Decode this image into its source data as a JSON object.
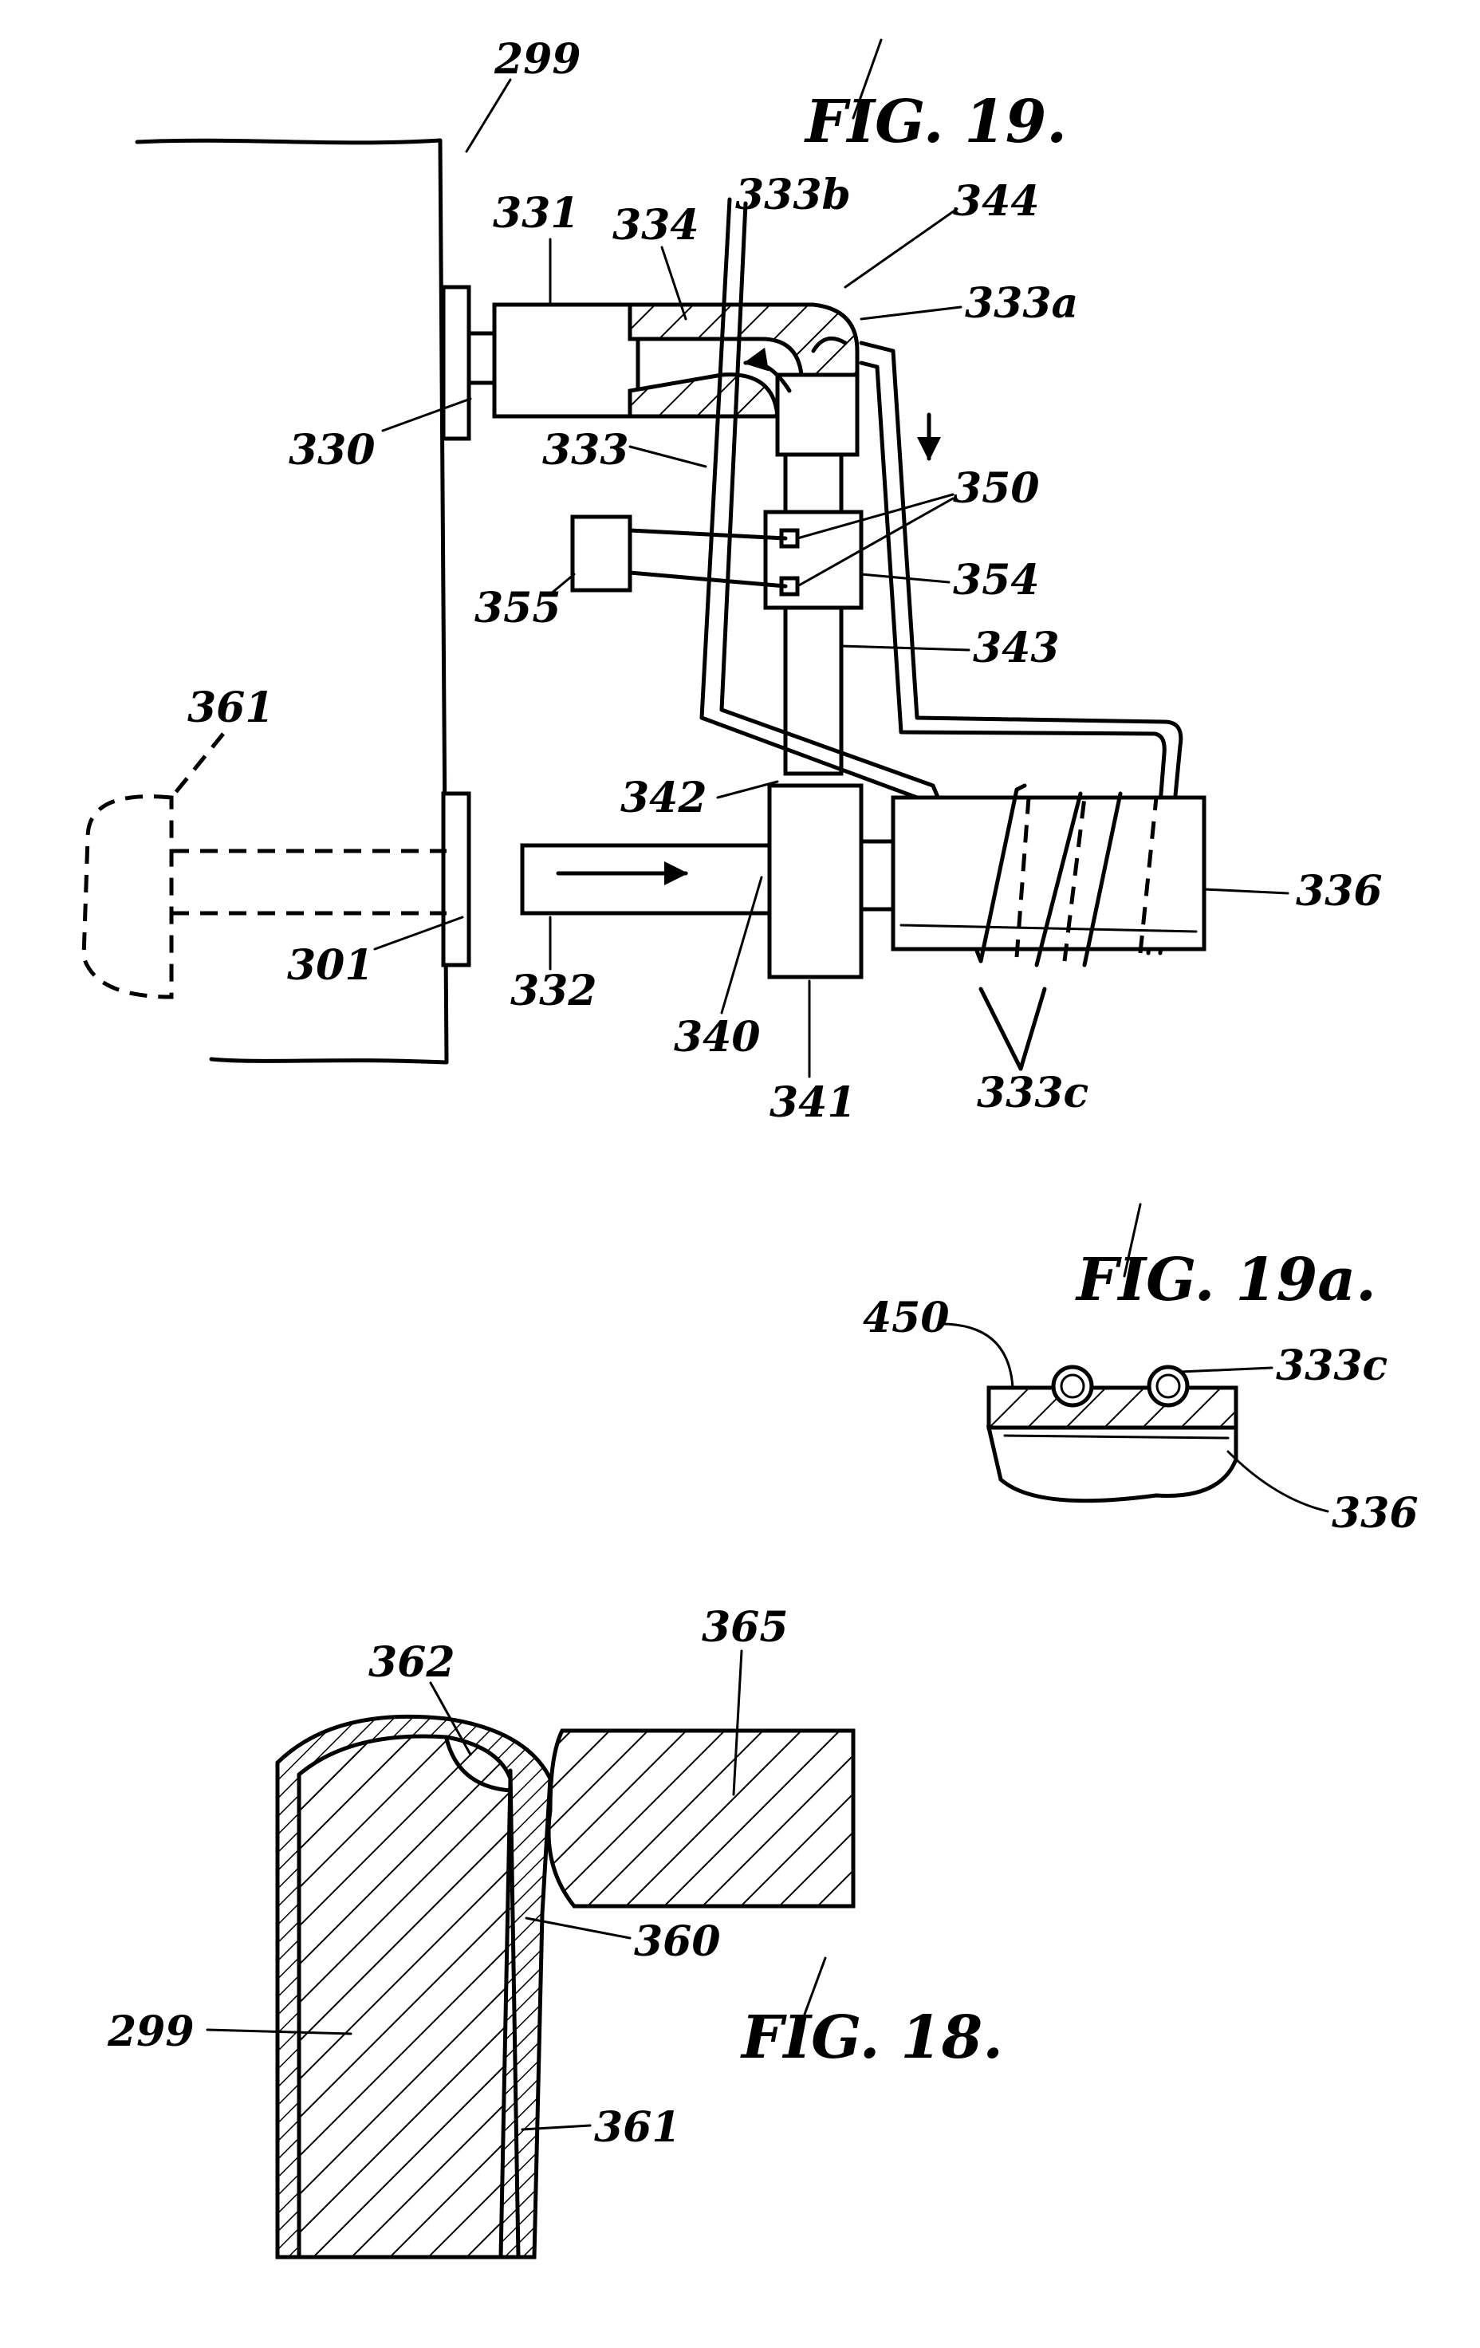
{
  "figures": {
    "fig19": {
      "title": "FIG. 19.",
      "labels": {
        "l299": "299",
        "l331": "331",
        "l334": "334",
        "l333b": "333b",
        "l344": "344",
        "l333a": "333a",
        "l330": "330",
        "l333": "333",
        "l350": "350",
        "l354": "354",
        "l355": "355",
        "l343": "343",
        "l361": "361",
        "l342": "342",
        "l336": "336",
        "l301": "301",
        "l332": "332",
        "l340": "340",
        "l341": "341",
        "l333c": "333c"
      }
    },
    "fig19a": {
      "title": "FIG. 19a.",
      "labels": {
        "l450": "450",
        "l333c": "333c",
        "l336": "336"
      }
    },
    "fig18": {
      "title": "FIG. 18.",
      "labels": {
        "l362": "362",
        "l365": "365",
        "l360": "360",
        "l299": "299",
        "l361": "361"
      }
    }
  },
  "icons": [
    "flow-arrow-icon",
    "hatch-pattern"
  ]
}
